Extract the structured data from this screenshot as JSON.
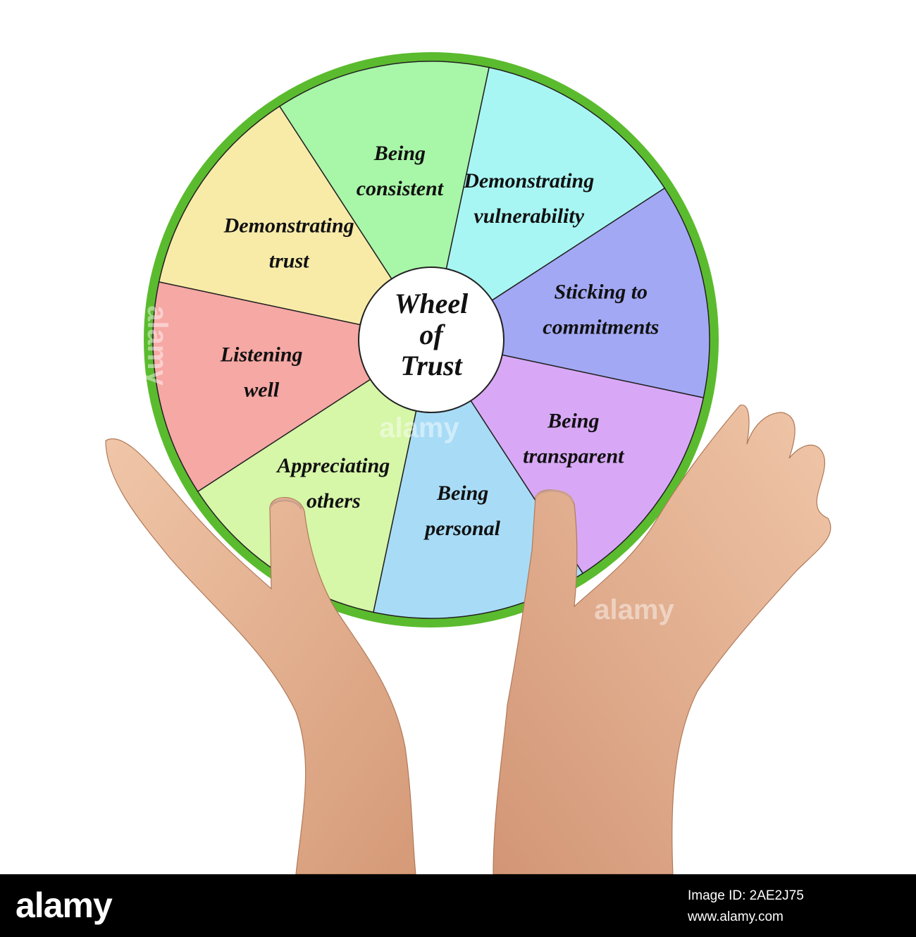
{
  "wheel": {
    "hub_lines": [
      "Wheel",
      "of",
      "Trust"
    ],
    "rim_color": "#5bbb2e",
    "segments": [
      {
        "label_lines": [
          "Demonstrating",
          "trust"
        ],
        "color": "#f8eba8"
      },
      {
        "label_lines": [
          "Being",
          "consistent"
        ],
        "color": "#a8f6a8"
      },
      {
        "label_lines": [
          "Demonstrating",
          "vulnerability"
        ],
        "color": "#a8f6f4"
      },
      {
        "label_lines": [
          "Sticking to",
          "commitments"
        ],
        "color": "#a3a8f4"
      },
      {
        "label_lines": [
          "Being",
          "transparent"
        ],
        "color": "#d8a8f6"
      },
      {
        "label_lines": [
          "Being",
          "personal"
        ],
        "color": "#a8dcf6"
      },
      {
        "label_lines": [
          "Appreciating",
          "others"
        ],
        "color": "#d6f6a8"
      },
      {
        "label_lines": [
          "Listening",
          "well"
        ],
        "color": "#f6a8a4"
      }
    ]
  },
  "watermarks": [
    "alamy",
    "alamy",
    "alamy",
    "alamy"
  ],
  "footer": {
    "brand": "alamy",
    "image_id_line": "Image ID: 2AE2J75",
    "url": "www.alamy.com"
  }
}
